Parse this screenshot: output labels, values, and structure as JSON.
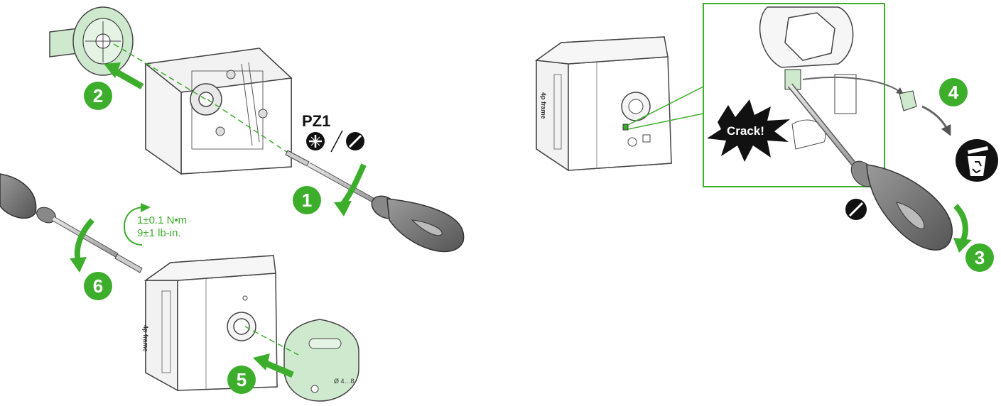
{
  "steps": {
    "s1": "1",
    "s2": "2",
    "s3": "3",
    "s4": "4",
    "s5": "5",
    "s6": "6"
  },
  "tool_label": "PZ1",
  "torque": {
    "metric": "1±0.1 N•m",
    "imperial": "9±1 lb-in."
  },
  "crack_label": "Crack!",
  "box_side_label": "4p frame",
  "knob_marking": "Ø 4…8",
  "colors": {
    "accent_green": "#3dae2b",
    "part_green": "#cfe9cf",
    "outline": "#444444",
    "handle": "#777777"
  },
  "icons": [
    "pozidriv-icon",
    "flat-screwdriver-icon",
    "trash-recycle-icon",
    "rotation-arrow-icon"
  ]
}
